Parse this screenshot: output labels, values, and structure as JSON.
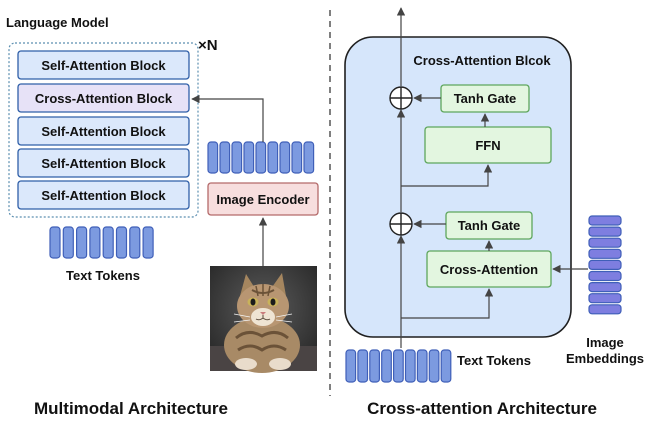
{
  "left": {
    "language_model_label": "Language Model",
    "repeat_label": "×N",
    "blocks": [
      "Self-Attention Block",
      "Cross-Attention Block",
      "Self-Attention Block",
      "Self-Attention Block",
      "Self-Attention Block"
    ],
    "text_tokens_label": "Text Tokens",
    "image_encoder_label": "Image Encoder",
    "caption": "Multimodal Architecture",
    "token_count": 8,
    "image_token_count": 9
  },
  "right": {
    "block_title": "Cross-Attention Blcok",
    "tanh_gate_top": "Tanh Gate",
    "ffn": "FFN",
    "tanh_gate_bottom": "Tanh Gate",
    "cross_attention": "Cross-Attention",
    "text_tokens_label": "Text Tokens",
    "image_embeddings_line1": "Image",
    "image_embeddings_line2": "Embeddings",
    "caption": "Cross-attention Architecture",
    "token_count": 9,
    "embedding_count": 9
  },
  "colors": {
    "block_fill": "#dbe8fb",
    "block_stroke": "#2f5fa8",
    "cross_block_fill": "#e7e2f7",
    "token_fill": "#7c9ae0",
    "token_stroke": "#3f5fb8",
    "embedding_fill": "#7e7ee0",
    "encoder_fill": "#f7dede",
    "encoder_stroke": "#b46a6a",
    "green_fill": "#e3f6e0",
    "green_stroke": "#5ea65c",
    "big_block_fill": "#d6e6fb"
  },
  "icons": {
    "sum_node": "circle-plus-icon",
    "cat_photo": "cat-photo"
  }
}
